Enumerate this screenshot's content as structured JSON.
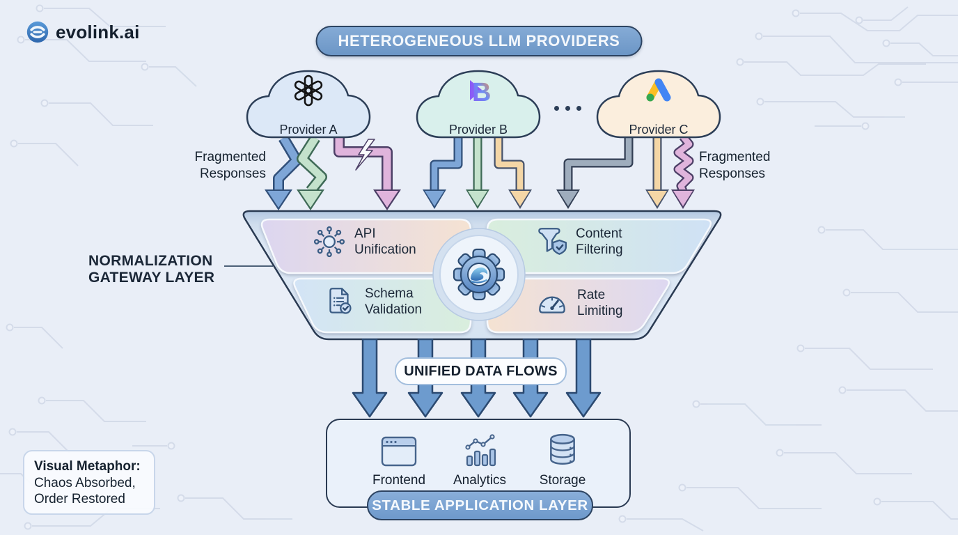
{
  "brand": {
    "name": "evolink.ai",
    "icon": "evolink-wave-logo"
  },
  "header": {
    "title": "HETEROGENEOUS LLM PROVIDERS"
  },
  "providers": {
    "items": [
      {
        "label": "Provider A",
        "logo": "openai-logo"
      },
      {
        "label": "Provider B",
        "logo": "b-gradient-logo"
      },
      {
        "label": "Provider C",
        "logo": "google-ads-logo"
      }
    ],
    "ellipsis_icon": "three-dots"
  },
  "fragmented": {
    "line1": "Fragmented",
    "line2": "Responses"
  },
  "gateway": {
    "label": {
      "line1": "NORMALIZATION",
      "line2": "GATEWAY LAYER"
    },
    "features": [
      {
        "line1": "API",
        "line2": "Unification",
        "icon": "api-hub-icon"
      },
      {
        "line1": "Content",
        "line2": "Filtering",
        "icon": "funnel-shield-icon"
      },
      {
        "line1": "Schema",
        "line2": "Validation",
        "icon": "document-check-icon"
      },
      {
        "line1": "Rate",
        "line2": "Limiting",
        "icon": "gauge-icon"
      }
    ],
    "center_icon": "gear-wave-icon"
  },
  "unified_flows": {
    "label": "UNIFIED DATA FLOWS"
  },
  "application": {
    "items": [
      {
        "label": "Frontend",
        "icon": "browser-window-icon"
      },
      {
        "label": "Analytics",
        "icon": "bar-chart-icon"
      },
      {
        "label": "Storage",
        "icon": "database-icon"
      }
    ],
    "banner": "STABLE APPLICATION LAYER"
  },
  "note": {
    "title": "Visual Metaphor:",
    "line2": "Chaos Absorbed,",
    "line3": "Order Restored"
  },
  "colors": {
    "background": "#e9eef7",
    "navy_text": "#1b2737",
    "banner_blue": "#6f9dcf",
    "stable_pill_blue": "#7ca4d4",
    "arrow_blue": "#6d9bcd",
    "cloud_a": "#dce8f7",
    "cloud_b": "#d9f0ec",
    "cloud_c": "#fbeedd"
  }
}
